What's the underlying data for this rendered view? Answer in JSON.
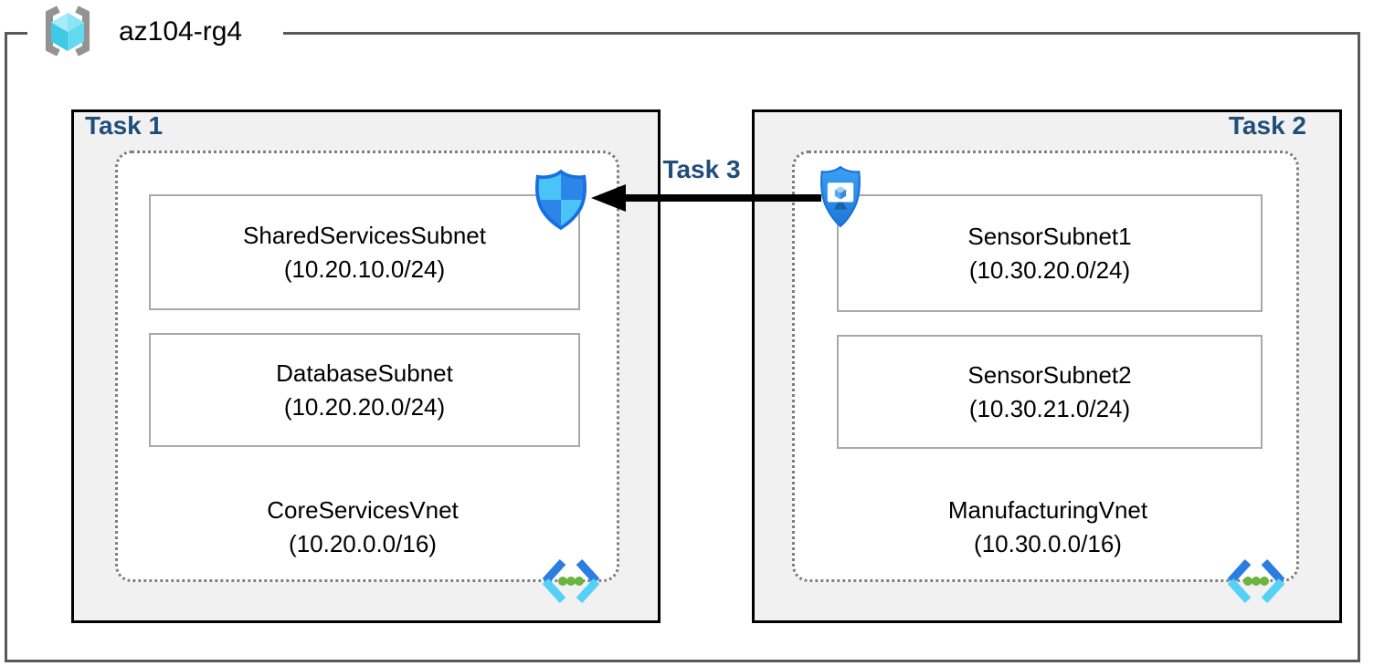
{
  "resource_group": {
    "name": "az104-rg4"
  },
  "task_boxes": [
    {
      "label": "Task 1"
    },
    {
      "label": "Task 2"
    }
  ],
  "arrow": {
    "label": "Task 3",
    "direction": "right-to-left"
  },
  "vnets": [
    {
      "name": "CoreServicesVnet",
      "cidr": "(10.20.0.0/16)",
      "subnets": [
        {
          "name": "SharedServicesSubnet",
          "cidr": "(10.20.10.0/24)"
        },
        {
          "name": "DatabaseSubnet",
          "cidr": "(10.20.20.0/24)"
        }
      ]
    },
    {
      "name": "ManufacturingVnet",
      "cidr": "(10.30.0.0/16)",
      "subnets": [
        {
          "name": "SensorSubnet1",
          "cidr": "(10.30.20.0/24)"
        },
        {
          "name": "SensorSubnet2",
          "cidr": "(10.30.21.0/24)"
        }
      ]
    }
  ],
  "icons": {
    "resource_group": "azure-cube-in-brackets",
    "network_security_group": "quartered-blue-shield",
    "bastion": "blue-shield-with-monitor",
    "virtual_network": "blue-chevrons-with-green-dots"
  },
  "colors": {
    "task_label": "#1F4E79",
    "task_box_fill": "#F1F1F1",
    "task_box_border": "#000000",
    "resource_group_border": "#595959",
    "vnet_dotted_border": "#7F7F7F",
    "subnet_border": "#A9A9A9",
    "arrow": "#000000",
    "shield_blue_light": "#4AC3F7",
    "shield_blue_dark": "#2C86E8",
    "shield_outline": "#1A6FE0",
    "vnet_icon_green": "#6CB33F",
    "cube_cyan": "#3EC9E6"
  }
}
